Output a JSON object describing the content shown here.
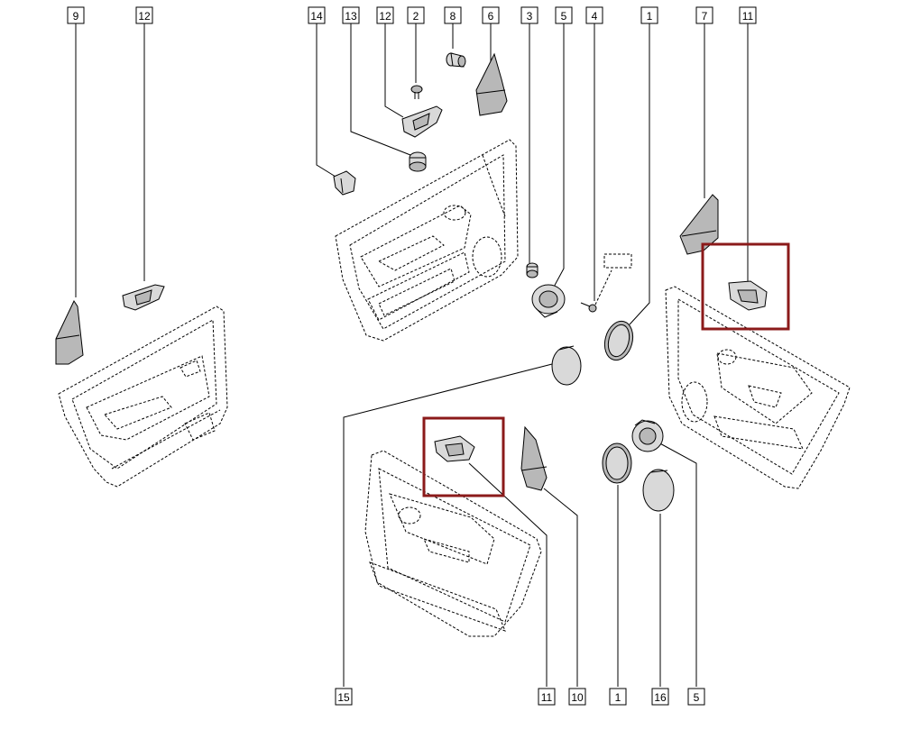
{
  "highlight_color": "#8b1a1a",
  "callouts_top": [
    "9",
    "12",
    "14",
    "13",
    "12",
    "2",
    "8",
    "6",
    "3",
    "5",
    "4",
    "1",
    "7",
    "11"
  ],
  "callouts_bottom": [
    "15",
    "11",
    "10",
    "1",
    "16",
    "5"
  ],
  "icons": {
    "door_panel": "door-trim-panel",
    "tweeter_cover": "triangular-mirror-cover",
    "speaker_grille": "round-speaker-grille",
    "handle_surround": "door-handle-surround"
  }
}
